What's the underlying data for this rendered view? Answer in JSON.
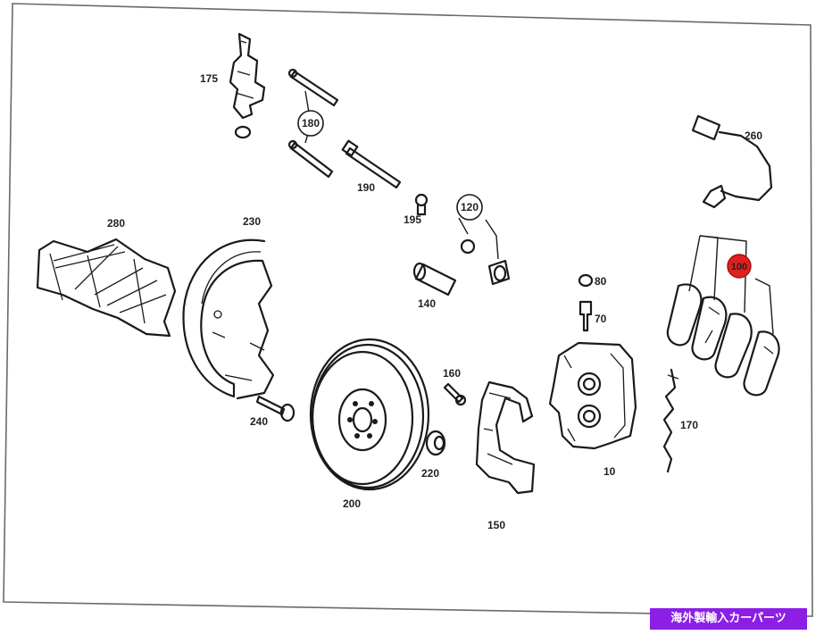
{
  "diagram": {
    "callouts": {
      "c175": "175",
      "c180": "180",
      "c190": "190",
      "c195": "195",
      "c120": "120",
      "c140": "140",
      "c280": "280",
      "c230": "230",
      "c240": "240",
      "c200": "200",
      "c220": "220",
      "c160": "160",
      "c150": "150",
      "c80": "80",
      "c70": "70",
      "c10": "10",
      "c170": "170",
      "c260": "260",
      "c100": "100"
    },
    "colors": {
      "highlight": "#e02020",
      "frame": "#6a6a6a"
    }
  },
  "watermark": {
    "text": "海外製輸入カーパーツ",
    "color": "#8c1ee6"
  }
}
